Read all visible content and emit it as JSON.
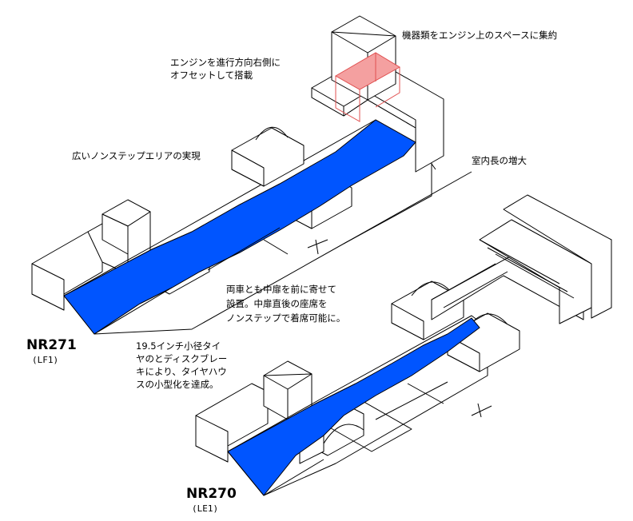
{
  "colors": {
    "floor": "#0055ff",
    "engine": "#f4a0a0",
    "engine_line": "#e05050",
    "line": "#000000"
  },
  "labels": {
    "engine_pack": "機器類をエンジン上のスペースに集約",
    "engine_offset_1": "エンジンを進行方向右側に",
    "engine_offset_2": "オフセットして搭載",
    "wide_area": "広いノンステップエリアの実現",
    "cabin_length": "室内長の増大",
    "doors_1": "両車とも中扉を前に寄せて",
    "doors_2": "設置。中扉直後の座席を",
    "doors_3": "ノンステップで着席可能に。",
    "tire_1": "19.5インチ小径タイ",
    "tire_2": "ヤのとディスクブレー",
    "tire_3": "キにより、タイヤハウ",
    "tire_4": "スの小型化を達成。"
  },
  "models": {
    "upper": {
      "name": "NR271",
      "code": "(LF1)"
    },
    "lower": {
      "name": "NR270",
      "code": "(LE1)"
    }
  }
}
